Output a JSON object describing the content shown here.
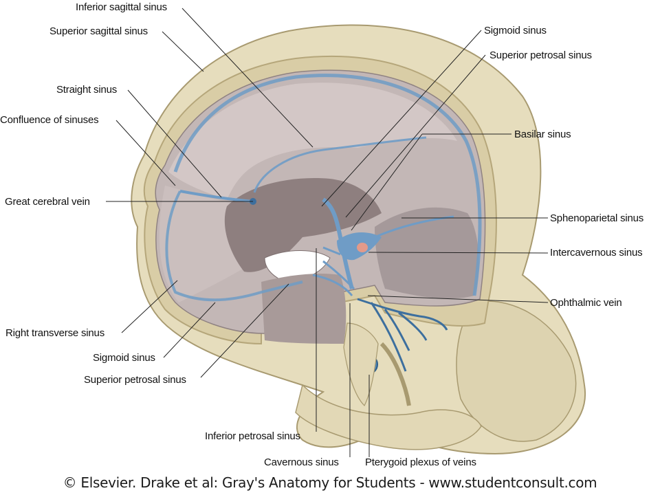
{
  "labels": {
    "inferior_sagittal_sinus": "Inferior sagittal sinus",
    "superior_sagittal_sinus": "Superior sagittal sinus",
    "straight_sinus": "Straight sinus",
    "confluence_of_sinuses": "Confluence of sinuses",
    "great_cerebral_vein": "Great cerebral vein",
    "right_transverse_sinus": "Right transverse sinus",
    "sigmoid_sinus_left": "Sigmoid sinus",
    "superior_petrosal_sinus_left": "Superior petrosal sinus",
    "inferior_petrosal_sinus": "Inferior petrosal sinus",
    "cavernous_sinus": "Cavernous sinus",
    "pterygoid_plexus": "Pterygoid plexus of veins",
    "sigmoid_sinus_right": "Sigmoid sinus",
    "superior_petrosal_sinus_right": "Superior petrosal sinus",
    "basilar_sinus": "Basilar sinus",
    "sphenoparietal_sinus": "Sphenoparietal sinus",
    "intercavernous_sinus": "Intercavernous sinus",
    "ophthalmic_vein": "Ophthalmic vein"
  },
  "copyright": "© Elsevier. Drake et al: Gray's Anatomy for Students - www.studentconsult.com",
  "colors": {
    "bone": "#e8dfc0",
    "bone_shadow": "#c9bd95",
    "dura": "#b8acac",
    "dura_dark": "#8f8282",
    "vein": "#6f9cc6",
    "vein_dark": "#3d6f9e",
    "leader": "#222222"
  }
}
